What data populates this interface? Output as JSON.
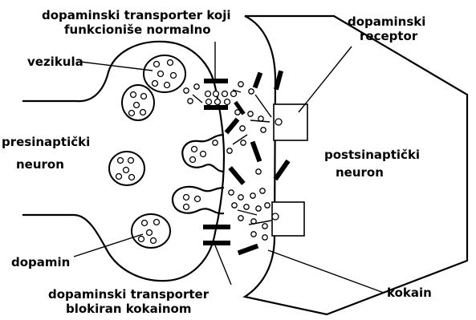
{
  "labels": {
    "transporter_normal_1": "dopaminski transporter koji",
    "transporter_normal_2": "funkcioniše normalno",
    "receptor_1": "dopaminski",
    "receptor_2": "receptor",
    "vesicle": "vezikula",
    "presynaptic_1": "presinaptički",
    "presynaptic_2": "neuron",
    "postsynaptic_1": "postsinaptički",
    "postsynaptic_2": "neuron",
    "dopamine": "dopamin",
    "transporter_blocked_1": "dopaminski transporter",
    "transporter_blocked_2": "blokiran kokainom",
    "cocaine": "kokain"
  }
}
